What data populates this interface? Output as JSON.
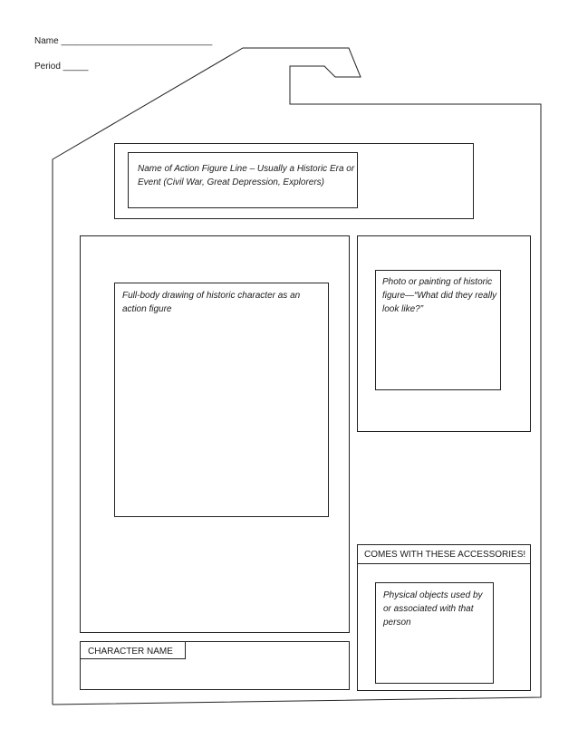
{
  "header": {
    "name_line": "Name ______________________________",
    "period_line": "Period _____"
  },
  "action_figure_line": {
    "text": "Name of Action Figure Line – Usually a Historic Era or Event (Civil War, Great Depression, Explorers)"
  },
  "drawing": {
    "text": "Full-body drawing of historic character as an action figure"
  },
  "photo": {
    "text": "Photo or painting of historic figure—“What did they really look like?”"
  },
  "character_name": {
    "label": "CHARACTER NAME"
  },
  "accessories": {
    "title": "COMES WITH THESE ACCESSORIES!",
    "text": "Physical objects used by or associated with that person"
  }
}
